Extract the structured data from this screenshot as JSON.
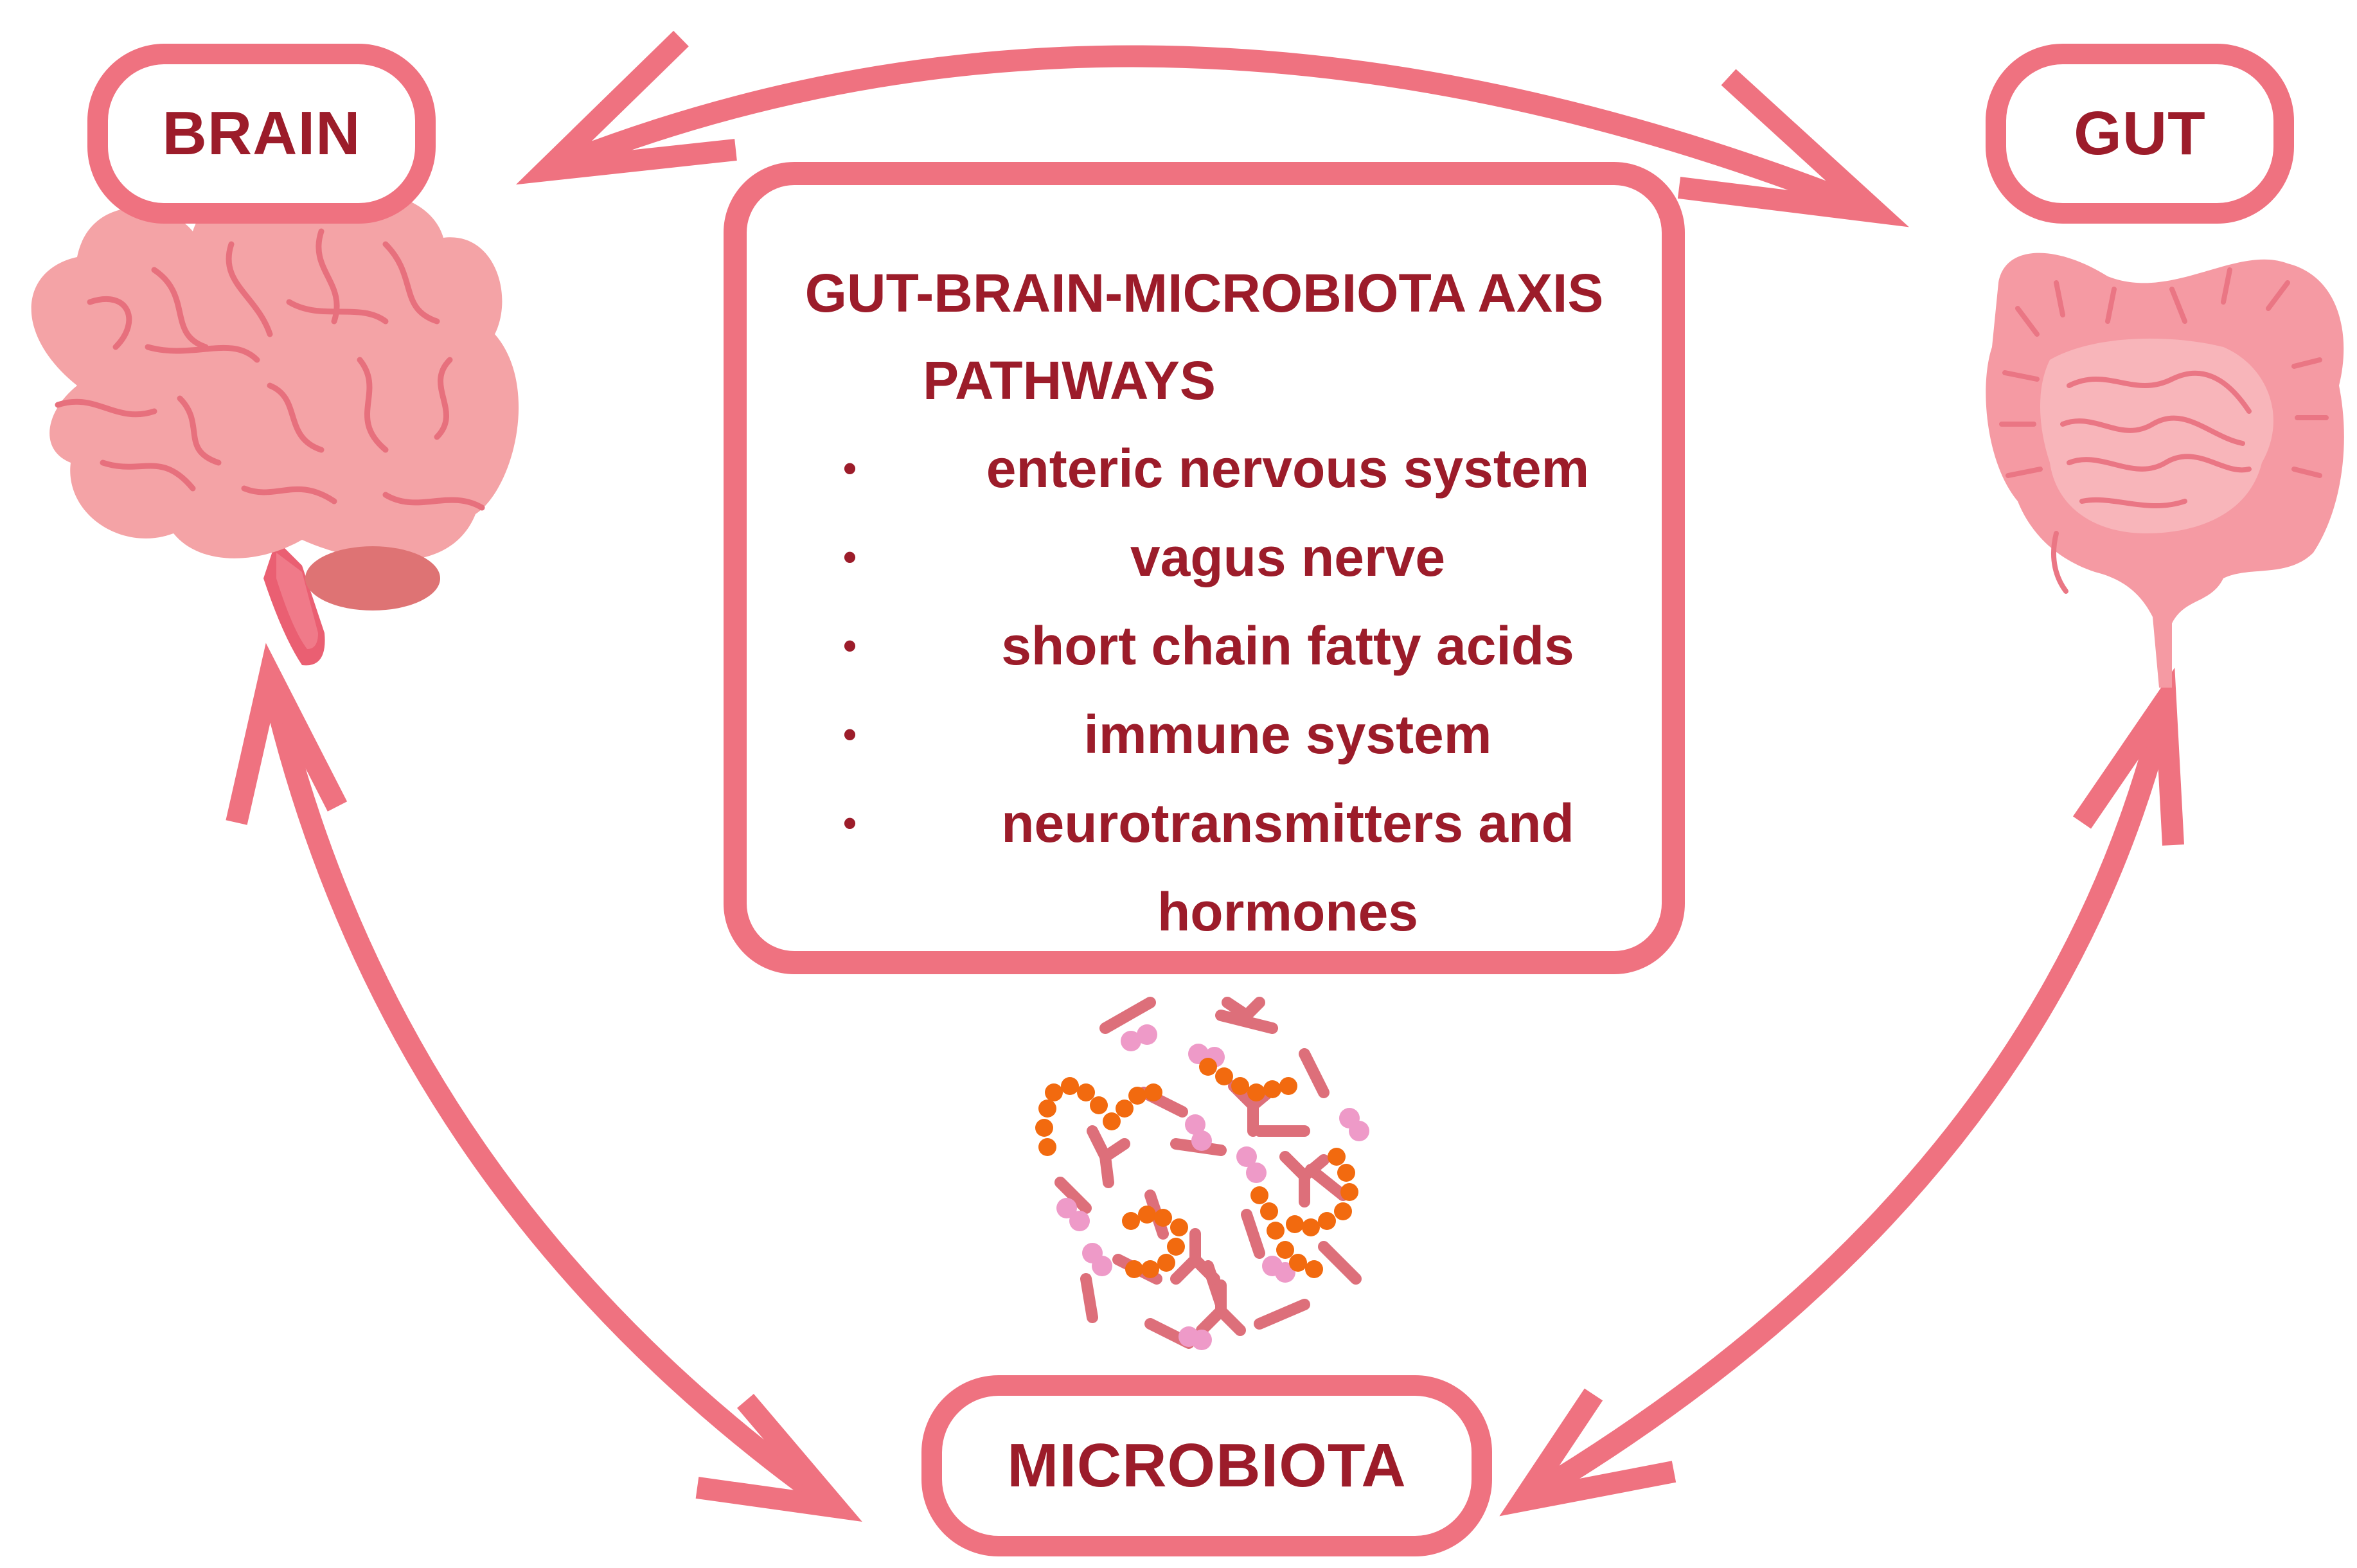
{
  "nodes": {
    "brain": "BRAIN",
    "gut": "GUT",
    "microbiota": "MICROBIOTA"
  },
  "center": {
    "title_line1": "GUT-BRAIN-MICROBIOTA AXIS",
    "title_line2": "PATHWAYS",
    "bullet": "•",
    "pathways": [
      "enteric nervous system",
      "vagus nerve",
      "short chain fatty acids",
      "immune system",
      "neurotransmitters and hormones"
    ]
  },
  "icons": [
    "brain-icon",
    "intestine-icon",
    "bacteria-cluster-icon"
  ],
  "colors": {
    "accent": "#ef7280",
    "text": "#9c1c2a",
    "brain": "#f4a3a6",
    "gut": "#f59aa3",
    "bacteria_orange": "#f26a0f",
    "bacteria_pink": "#ee9ac8",
    "bacteria_rose": "#dd6f7a"
  }
}
